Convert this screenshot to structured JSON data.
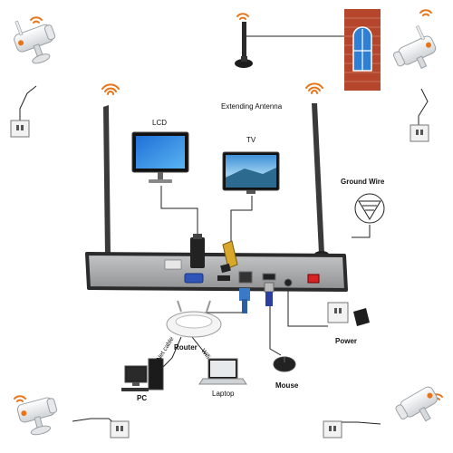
{
  "labels": {
    "lcd": "LCD",
    "extending_antenna": "Extending Antenna",
    "tv": "TV",
    "ground_wire": "Ground Wire",
    "router": "Router",
    "wifi": "Wifi",
    "net_cable": "Net cable",
    "pc": "PC",
    "laptop": "Laptop",
    "mouse": "Mouse",
    "power": "Power"
  },
  "icons": {
    "wifi_signal": "wifi-signal-icon",
    "camera": "bullet-camera-icon",
    "outlet": "wall-outlet-icon",
    "ground": "ground-symbol-icon",
    "antenna": "antenna-icon"
  },
  "colors": {
    "wifi_signal": "#e8741a",
    "nvr_body": "#a9abad",
    "nvr_frame": "#2b2b2b",
    "antenna": "#3a3a3a",
    "lan_cable": "#3a78c8",
    "vga_port": "#2f55b8",
    "brick_wall": "#b5462b",
    "window": "#2f7fd6",
    "power_switch": "#d62222",
    "usb_cable": "#2a3fa0",
    "hdmi_cable": "#d9a72a"
  }
}
